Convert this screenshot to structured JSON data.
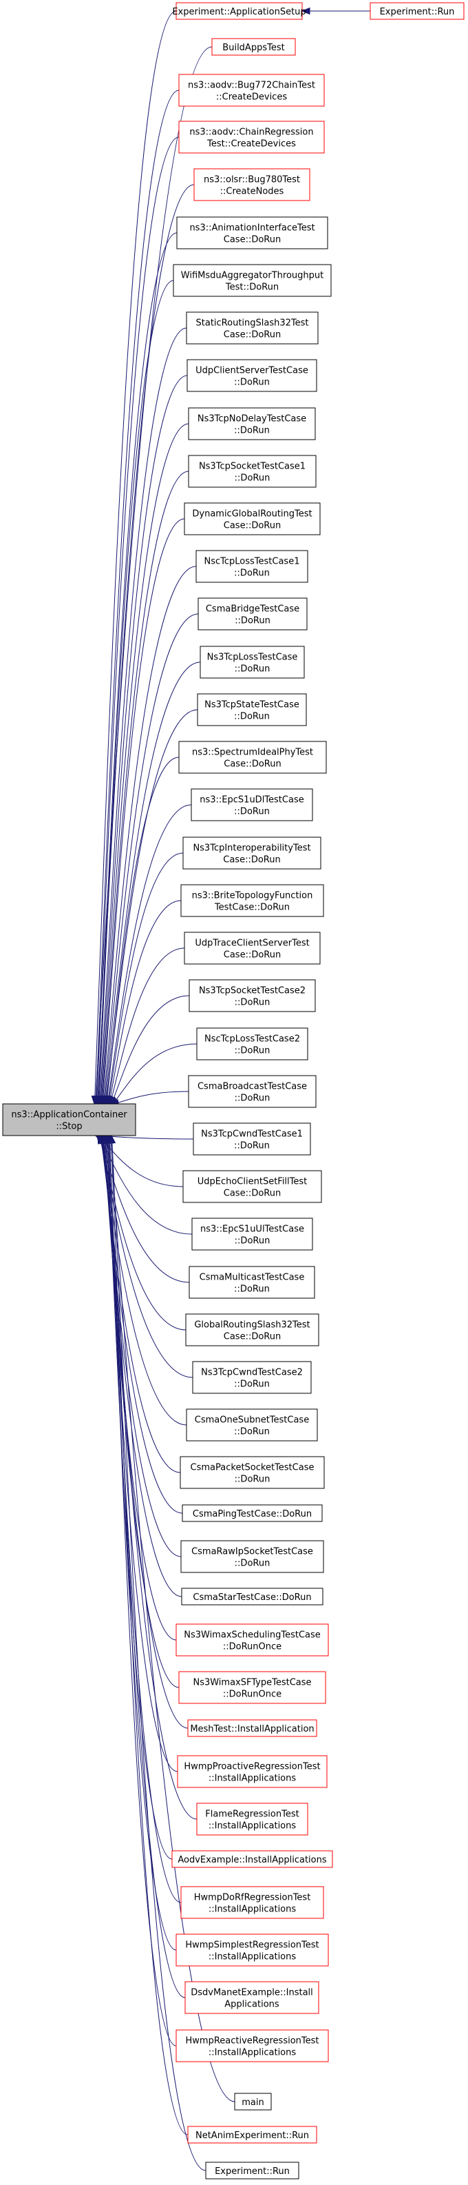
{
  "root": {
    "lines": [
      "ns3::ApplicationContainer",
      "::Stop"
    ]
  },
  "callers": [
    {
      "id": "experiment-applicationsetup",
      "lines": [
        "Experiment::ApplicationSetup"
      ],
      "linked": false
    },
    {
      "id": "buildappstest",
      "lines": [
        "BuildAppsTest"
      ],
      "linked": false
    },
    {
      "id": "bug772chaintest-createdevices",
      "lines": [
        "ns3::aodv::Bug772ChainTest",
        "::CreateDevices"
      ],
      "linked": false
    },
    {
      "id": "chainregressiontest-createdevices",
      "lines": [
        "ns3::aodv::ChainRegression",
        "Test::CreateDevices"
      ],
      "linked": false
    },
    {
      "id": "bug780test-createnodes",
      "lines": [
        "ns3::olsr::Bug780Test",
        "::CreateNodes"
      ],
      "linked": false
    },
    {
      "id": "animationinterfacetestcase-dorun",
      "lines": [
        "ns3::AnimationInterfaceTest",
        "Case::DoRun"
      ],
      "linked": true
    },
    {
      "id": "wifimsduaggregatorthroughputtest-dorun",
      "lines": [
        "WifiMsduAggregatorThroughput",
        "Test::DoRun"
      ],
      "linked": true
    },
    {
      "id": "staticroutingslash32testcase-dorun",
      "lines": [
        "StaticRoutingSlash32Test",
        "Case::DoRun"
      ],
      "linked": true
    },
    {
      "id": "udpclientservertestcase-dorun",
      "lines": [
        "UdpClientServerTestCase",
        "::DoRun"
      ],
      "linked": true
    },
    {
      "id": "ns3tcpnodelaytestcase-dorun",
      "lines": [
        "Ns3TcpNoDelayTestCase",
        "::DoRun"
      ],
      "linked": true
    },
    {
      "id": "ns3tcpsockettestcase1-dorun",
      "lines": [
        "Ns3TcpSocketTestCase1",
        "::DoRun"
      ],
      "linked": true
    },
    {
      "id": "dynamicglobalroutingtestcase-dorun",
      "lines": [
        "DynamicGlobalRoutingTest",
        "Case::DoRun"
      ],
      "linked": true
    },
    {
      "id": "nsctcplosstestcase1-dorun",
      "lines": [
        "NscTcpLossTestCase1",
        "::DoRun"
      ],
      "linked": true
    },
    {
      "id": "csmabridgetestcase-dorun",
      "lines": [
        "CsmaBridgeTestCase",
        "::DoRun"
      ],
      "linked": true
    },
    {
      "id": "ns3tcplosstestcase-dorun",
      "lines": [
        "Ns3TcpLossTestCase",
        "::DoRun"
      ],
      "linked": true
    },
    {
      "id": "ns3tcpstatetestcase-dorun",
      "lines": [
        "Ns3TcpStateTestCase",
        "::DoRun"
      ],
      "linked": true
    },
    {
      "id": "spectrumidealphytestcase-dorun",
      "lines": [
        "ns3::SpectrumIdealPhyTest",
        "Case::DoRun"
      ],
      "linked": true
    },
    {
      "id": "epcs1udltestcase-dorun",
      "lines": [
        "ns3::EpcS1uDlTestCase",
        "::DoRun"
      ],
      "linked": true
    },
    {
      "id": "ns3tcpinteroperabilitytestcase-dorun",
      "lines": [
        "Ns3TcpInteroperabilityTest",
        "Case::DoRun"
      ],
      "linked": true
    },
    {
      "id": "britetopologyfunctiontestcase-dorun",
      "lines": [
        "ns3::BriteTopologyFunction",
        "TestCase::DoRun"
      ],
      "linked": true
    },
    {
      "id": "udptraceclientservertestcase-dorun",
      "lines": [
        "UdpTraceClientServerTest",
        "Case::DoRun"
      ],
      "linked": true
    },
    {
      "id": "ns3tcpsockettestcase2-dorun",
      "lines": [
        "Ns3TcpSocketTestCase2",
        "::DoRun"
      ],
      "linked": true
    },
    {
      "id": "nsctcplosstestcase2-dorun",
      "lines": [
        "NscTcpLossTestCase2",
        "::DoRun"
      ],
      "linked": true
    },
    {
      "id": "csmabroadcasttestcase-dorun",
      "lines": [
        "CsmaBroadcastTestCase",
        "::DoRun"
      ],
      "linked": true
    },
    {
      "id": "ns3tcpcwndtestcase1-dorun",
      "lines": [
        "Ns3TcpCwndTestCase1",
        "::DoRun"
      ],
      "linked": true
    },
    {
      "id": "udpechoclientsetfilltestcase-dorun",
      "lines": [
        "UdpEchoClientSetFillTest",
        "Case::DoRun"
      ],
      "linked": true
    },
    {
      "id": "epcs1uultestcase-dorun",
      "lines": [
        "ns3::EpcS1uUlTestCase",
        "::DoRun"
      ],
      "linked": true
    },
    {
      "id": "csmamulticasttestcase-dorun",
      "lines": [
        "CsmaMulticastTestCase",
        "::DoRun"
      ],
      "linked": true
    },
    {
      "id": "globalroutingslash32testcase-dorun",
      "lines": [
        "GlobalRoutingSlash32Test",
        "Case::DoRun"
      ],
      "linked": true
    },
    {
      "id": "ns3tcpcwndtestcase2-dorun",
      "lines": [
        "Ns3TcpCwndTestCase2",
        "::DoRun"
      ],
      "linked": true
    },
    {
      "id": "csmaonesubnettestcase-dorun",
      "lines": [
        "CsmaOneSubnetTestCase",
        "::DoRun"
      ],
      "linked": true
    },
    {
      "id": "csmapacketsockettestcase-dorun",
      "lines": [
        "CsmaPacketSocketTestCase",
        "::DoRun"
      ],
      "linked": true
    },
    {
      "id": "csmapingtestcase-dorun",
      "lines": [
        "CsmaPingTestCase::DoRun"
      ],
      "linked": true
    },
    {
      "id": "csmarawipsockettestcase-dorun",
      "lines": [
        "CsmaRawIpSocketTestCase",
        "::DoRun"
      ],
      "linked": true
    },
    {
      "id": "csmastartestcase-dorun",
      "lines": [
        "CsmaStarTestCase::DoRun"
      ],
      "linked": true
    },
    {
      "id": "ns3wimaxschedulingtestcase-dorunonce",
      "lines": [
        "Ns3WimaxSchedulingTestCase",
        "::DoRunOnce"
      ],
      "linked": false
    },
    {
      "id": "ns3wimaxsftypetestcase-dorunonce",
      "lines": [
        "Ns3WimaxSFTypeTestCase",
        "::DoRunOnce"
      ],
      "linked": false
    },
    {
      "id": "meshtest-installapplication",
      "lines": [
        "MeshTest::InstallApplication"
      ],
      "linked": false
    },
    {
      "id": "hwmpproactiveregressiontest-installapplications",
      "lines": [
        "HwmpProactiveRegressionTest",
        "::InstallApplications"
      ],
      "linked": false
    },
    {
      "id": "flameregressiontest-installapplications",
      "lines": [
        "FlameRegressionTest",
        "::InstallApplications"
      ],
      "linked": false
    },
    {
      "id": "aodvexample-installapplications",
      "lines": [
        "AodvExample::InstallApplications"
      ],
      "linked": false
    },
    {
      "id": "hwmpdorfregressiontest-installapplications",
      "lines": [
        "HwmpDoRfRegressionTest",
        "::InstallApplications"
      ],
      "linked": false
    },
    {
      "id": "hwmpsimplestregressiontest-installapplications",
      "lines": [
        "HwmpSimplestRegressionTest",
        "::InstallApplications"
      ],
      "linked": false
    },
    {
      "id": "dsdvmanetexample-installapplications",
      "lines": [
        "DsdvManetExample::Install",
        "Applications"
      ],
      "linked": false
    },
    {
      "id": "hwmpreactiveregressiontest-installapplications",
      "lines": [
        "HwmpReactiveRegressionTest",
        "::InstallApplications"
      ],
      "linked": false
    },
    {
      "id": "main",
      "lines": [
        "main"
      ],
      "linked": true
    },
    {
      "id": "netanimexperiment-run",
      "lines": [
        "NetAnimExperiment::Run"
      ],
      "linked": false
    },
    {
      "id": "experiment-run-bottom",
      "lines": [
        "Experiment::Run"
      ],
      "linked": true
    }
  ],
  "extra": {
    "id": "experiment-run-top",
    "lines": [
      "Experiment::Run"
    ],
    "linked": false
  },
  "colors": {
    "edge": "#191970",
    "link_border": "#000000",
    "nolink_border": "#ff0000",
    "root_fill": "#bfbfbf",
    "node_fill": "#ffffff"
  }
}
